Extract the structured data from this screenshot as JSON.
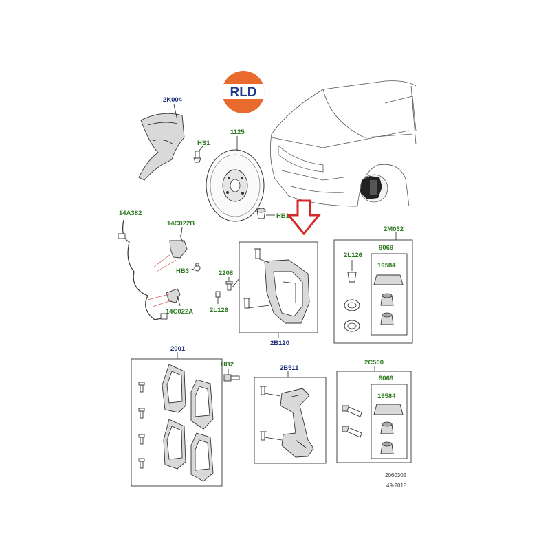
{
  "logo": {
    "text": "RLD",
    "colors": {
      "top": "#e86a2c",
      "band": "#ffffff",
      "text": "#1e3a8a"
    }
  },
  "pointer_arrow": {
    "color": "#d42a2a",
    "direction": "down"
  },
  "labels": {
    "splash_shield": "2K004",
    "screw_hs1": "HS1",
    "brake_disc": "1125",
    "bolt_hb1": "HB1",
    "wear_sensor": "14A382",
    "bracket_top": "14C022B",
    "bolt_hb3": "HB3",
    "bracket_bottom": "14C022A",
    "bleed_screw": "2208",
    "bleed_cap": "2L126",
    "caliper": "2B120",
    "kit_box": "2M032",
    "kit_cap": "2L126",
    "kit_9069": "9069",
    "kit_19584": "19584",
    "pads": "2001",
    "bolt_hb2": "HB2",
    "carrier": "2B511",
    "guide_kit": "2C500",
    "guide_9069": "9069",
    "guide_19584": "19584"
  },
  "footer": {
    "code": "2060305",
    "date": "49-2018"
  },
  "colors": {
    "label_blue": "#1f2d7a",
    "label_green": "#2f7a22",
    "line": "#222222"
  }
}
